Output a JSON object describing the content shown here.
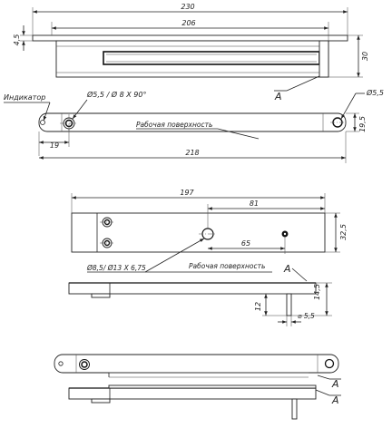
{
  "view1": {
    "dim_total_length": "230",
    "dim_inner_length": "206",
    "dim_height_left": "4,5",
    "dim_height_right": "30",
    "label_a": "A"
  },
  "view2": {
    "indicator_label": "Индикатор",
    "hole_spec": "Ø5,5 / Ø 8 X 90°",
    "right_hole": "Ø5,5",
    "dim_19": "19",
    "dim_195": "19,5",
    "dim_218": "218",
    "work_surface": "Рабочая поверхность"
  },
  "view3": {
    "dim_197": "197",
    "dim_81": "81",
    "dim_65": "65",
    "dim_325": "32,5",
    "hole_spec": "Ø8,5/ Ø13 X 6,75"
  },
  "view4": {
    "work_surface": "Рабочая поверхность",
    "label_a": "A",
    "dim_145": "14,5",
    "dim_12": "12",
    "dim_pin": "⌀ 5,5"
  },
  "view5": {
    "label_a1": "A",
    "label_a2": "A"
  }
}
